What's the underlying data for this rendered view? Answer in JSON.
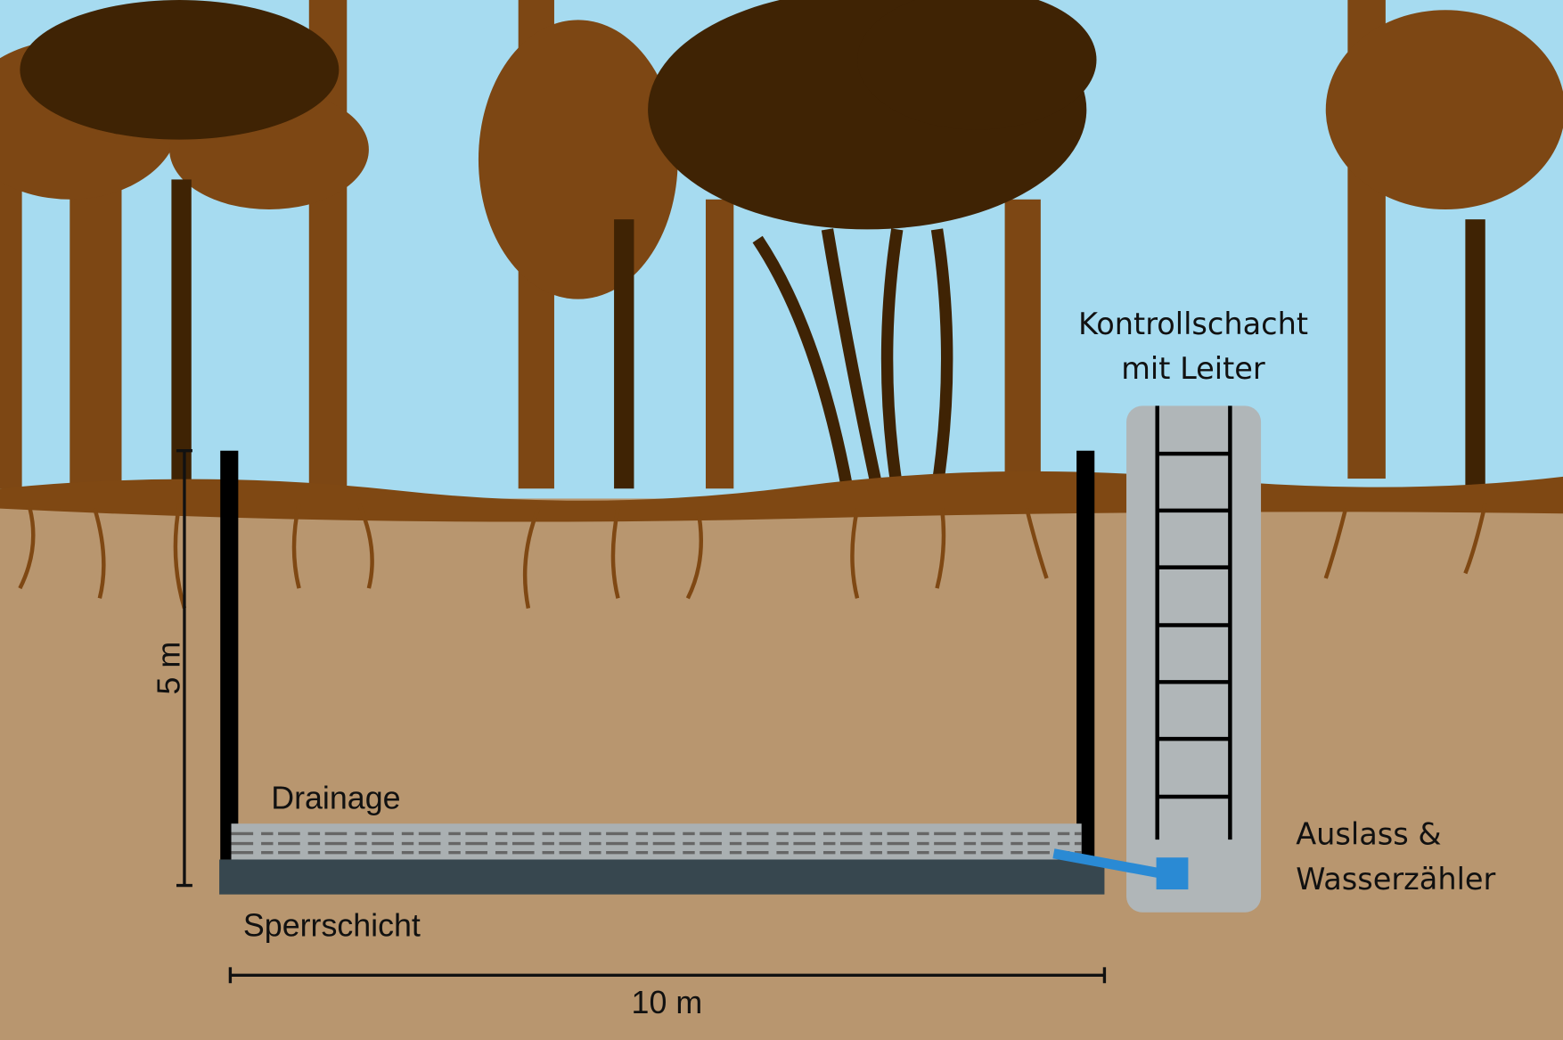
{
  "labels": {
    "shaft_line1": "Kontrollschacht",
    "shaft_line2": "mit Leiter",
    "outlet_line1": "Auslass &",
    "outlet_line2": "Wasserzähler",
    "drainage": "Drainage",
    "barrier": "Sperrschicht",
    "depth": "5 m",
    "width": "10 m"
  },
  "colors": {
    "sky": "#a6dbf0",
    "soil": "#b8966f",
    "topsoil": "#7f4813",
    "trunk_light": "#7d4714",
    "trunk_dark": "#3f2304",
    "wall": "#000000",
    "drainage": "#aab0b2",
    "barrier": "#37474f",
    "shaft": "#b0b6b8",
    "pipe": "#2a8ad4"
  }
}
